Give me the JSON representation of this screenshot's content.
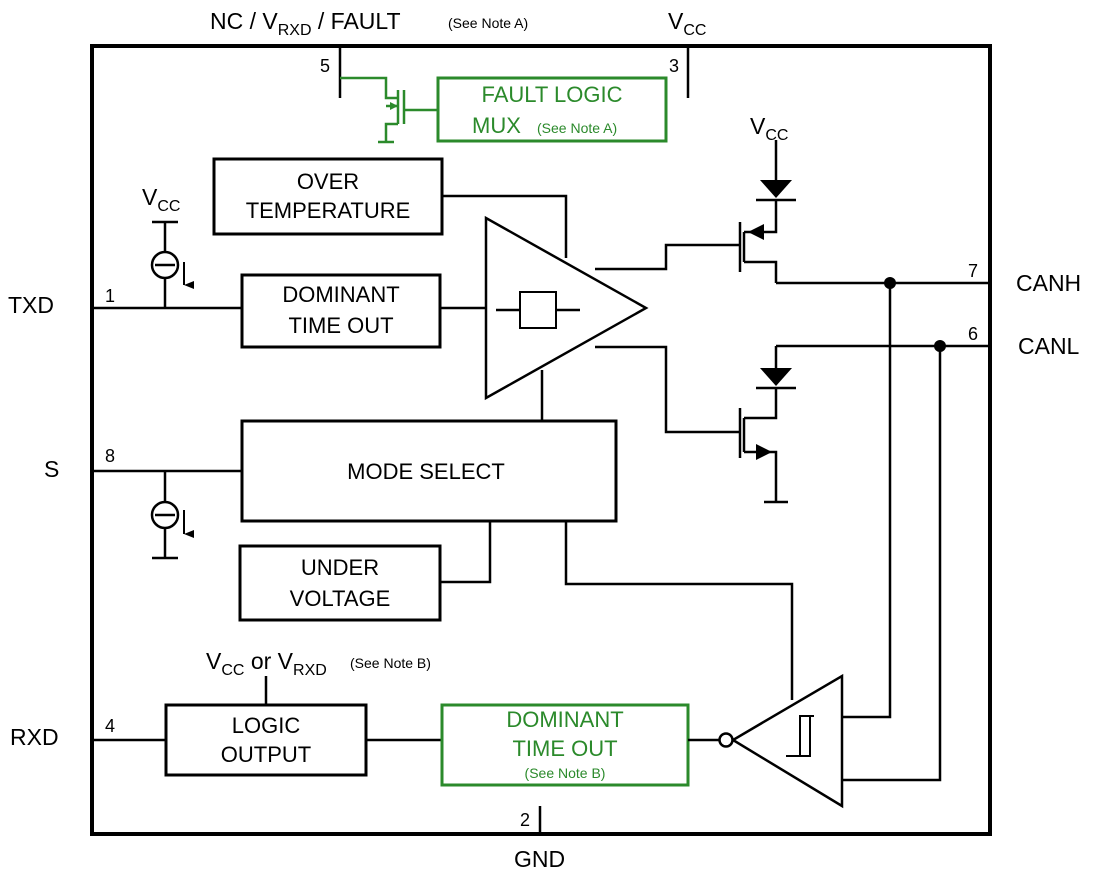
{
  "pins": {
    "nc_vrxd_fault": {
      "label_prefix": "NC / V",
      "label_sub": "RXD",
      "label_suffix": " / FAULT",
      "note": "(See Note A)",
      "number": "5"
    },
    "vcc": {
      "label": "V",
      "label_sub": "CC",
      "number": "3"
    },
    "txd": {
      "label": "TXD",
      "number": "1"
    },
    "s": {
      "label": "S",
      "number": "8"
    },
    "rxd": {
      "label": "RXD",
      "number": "4"
    },
    "canh": {
      "label": "CANH",
      "number": "7"
    },
    "canl": {
      "label": "CANL",
      "number": "6"
    },
    "gnd": {
      "label": "GND",
      "number": "2"
    }
  },
  "blocks": {
    "fault_logic_mux": {
      "line1": "FAULT LOGIC",
      "line2": "MUX",
      "note": "(See Note A)"
    },
    "over_temperature": {
      "line1": "OVER",
      "line2": "TEMPERATURE"
    },
    "dominant_time_out_tx": {
      "line1": "DOMINANT",
      "line2": "TIME OUT"
    },
    "mode_select": {
      "label": "MODE SELECT"
    },
    "under_voltage": {
      "line1": "UNDER",
      "line2": "VOLTAGE"
    },
    "logic_output": {
      "line1": "LOGIC",
      "line2": "OUTPUT"
    },
    "dominant_time_out_rx": {
      "line1": "DOMINANT",
      "line2": "TIME OUT",
      "note": "(See Note B)"
    }
  },
  "supplies": {
    "vcc_main": "V",
    "vcc_main_sub": "CC",
    "vcc_txd": "V",
    "vcc_txd_sub": "CC",
    "logic_supply": {
      "prefix": "V",
      "prefix_sub": "CC",
      "mid": " or V",
      "mid_sub": "RXD",
      "note": " (See Note B)"
    }
  },
  "colors": {
    "outline": "#000000",
    "optional_feature": "#2b8a2b"
  }
}
